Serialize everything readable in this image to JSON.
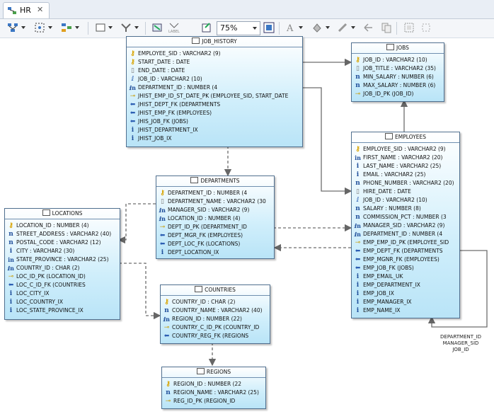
{
  "tab": {
    "label": "HR",
    "close": "✕"
  },
  "toolbar": {
    "zoom": "75%"
  },
  "tables": {
    "job_history": {
      "name": "JOB_HISTORY",
      "rows": [
        {
          "icon": "key-both",
          "text": "EMPLOYEE_SID : VARCHAR2 (9)"
        },
        {
          "icon": "key",
          "text": "START_DATE : DATE"
        },
        {
          "icon": "blank",
          "text": "END_DATE : DATE"
        },
        {
          "icon": "fk",
          "text": "JOB_ID : VARCHAR2 (10)"
        },
        {
          "icon": "fk-n",
          "text": "DEPARTMENT_ID : NUMBER (4"
        },
        {
          "icon": "pk",
          "text": "JHIST_EMP_ID_ST_DATE_PK (EMPLOYEE_SID, START_DATE"
        },
        {
          "icon": "fkarrow",
          "text": "JHIST_DEPT_FK (DEPARTMENTS"
        },
        {
          "icon": "fkarrow",
          "text": "JHIST_EMP_FK (EMPLOYEES)"
        },
        {
          "icon": "fkarrow",
          "text": "JHIS_JOB_FK (JOBS)"
        },
        {
          "icon": "i",
          "text": "JHIST_DEPARTMENT_IX"
        },
        {
          "icon": "i",
          "text": "JHIST_JOB_IX"
        }
      ]
    },
    "jobs": {
      "name": "JOBS",
      "rows": [
        {
          "icon": "key",
          "text": "JOB_ID : VARCHAR2 (10)"
        },
        {
          "icon": "blank",
          "text": "JOB_TITLE : VARCHAR2 (35)"
        },
        {
          "icon": "n",
          "text": "MIN_SALARY : NUMBER (6)"
        },
        {
          "icon": "n",
          "text": "MAX_SALARY : NUMBER (6)"
        },
        {
          "icon": "pk",
          "text": "JOB_ID_PK (JOB_ID)"
        }
      ]
    },
    "departments": {
      "name": "DEPARTMENTS",
      "rows": [
        {
          "icon": "key",
          "text": "DEPARTMENT_ID : NUMBER (4"
        },
        {
          "icon": "blank",
          "text": "DEPARTMENT_NAME : VARCHAR2 (30"
        },
        {
          "icon": "fk-n",
          "text": "MANAGER_SID : VARCHAR2 (9)"
        },
        {
          "icon": "fk-n",
          "text": "LOCATION_ID : NUMBER (4)"
        },
        {
          "icon": "pk",
          "text": "DEPT_ID_PK (DEPARTMENT_ID"
        },
        {
          "icon": "fkarrow",
          "text": "DEPT_MGR_FK (EMPLOYEES)"
        },
        {
          "icon": "fkarrow",
          "text": "DEPT_LOC_FK (LOCATIONS)"
        },
        {
          "icon": "i",
          "text": "DEPT_LOCATION_IX"
        }
      ]
    },
    "employees": {
      "name": "EMPLOYEES",
      "rows": [
        {
          "icon": "key",
          "text": "EMPLOYEE_SID : VARCHAR2 (9)"
        },
        {
          "icon": "in",
          "text": "FIRST_NAME : VARCHAR2 (20)"
        },
        {
          "icon": "i",
          "text": "LAST_NAME : VARCHAR2 (25)"
        },
        {
          "icon": "i",
          "text": "EMAIL : VARCHAR2 (25)"
        },
        {
          "icon": "n",
          "text": "PHONE_NUMBER : VARCHAR2 (20)"
        },
        {
          "icon": "blank",
          "text": "HIRE_DATE : DATE"
        },
        {
          "icon": "fk",
          "text": "JOB_ID : VARCHAR2 (10)"
        },
        {
          "icon": "n",
          "text": "SALARY : NUMBER (8)"
        },
        {
          "icon": "n",
          "text": "COMMISSION_PCT : NUMBER (3"
        },
        {
          "icon": "fk-n",
          "text": "MANAGER_SID : VARCHAR2 (9)"
        },
        {
          "icon": "fk-n",
          "text": "DEPARTMENT_ID : NUMBER (4"
        },
        {
          "icon": "pk",
          "text": "EMP_EMP_ID_PK (EMPLOYEE_SID"
        },
        {
          "icon": "fkarrow",
          "text": "EMP_DEPT_FK (DEPARTMENTS"
        },
        {
          "icon": "fkarrow",
          "text": "EMP_MGNR_FK (EMPLOYEES)"
        },
        {
          "icon": "fkarrow",
          "text": "EMP_JOB_FK (JOBS)"
        },
        {
          "icon": "i",
          "text": "EMP_EMAIL_UK"
        },
        {
          "icon": "i",
          "text": "EMP_DEPARTMENT_IX"
        },
        {
          "icon": "i",
          "text": "EMP_JOB_IX"
        },
        {
          "icon": "i",
          "text": "EMP_MANAGER_IX"
        },
        {
          "icon": "i",
          "text": "EMP_NAME_IX"
        }
      ]
    },
    "locations": {
      "name": "LOCATIONS",
      "rows": [
        {
          "icon": "key",
          "text": "LOCATION_ID : NUMBER (4)"
        },
        {
          "icon": "n",
          "text": "STREET_ADDRESS : VARCHAR2 (40)"
        },
        {
          "icon": "n",
          "text": "POSTAL_CODE : VARCHAR2 (12)"
        },
        {
          "icon": "i",
          "text": "CITY : VARCHAR2 (30)"
        },
        {
          "icon": "in",
          "text": "STATE_PROVINCE : VARCHAR2 (25)"
        },
        {
          "icon": "fk-n",
          "text": "COUNTRY_ID : CHAR (2)"
        },
        {
          "icon": "pk",
          "text": "LOC_ID_PK (LOCATION_ID)"
        },
        {
          "icon": "fkarrow",
          "text": "LOC_C_ID_FK (COUNTRIES"
        },
        {
          "icon": "i",
          "text": "LOC_CITY_IX"
        },
        {
          "icon": "i",
          "text": "LOC_COUNTRY_IX"
        },
        {
          "icon": "i",
          "text": "LOC_STATE_PROVINCE_IX"
        }
      ]
    },
    "countries": {
      "name": "COUNTRIES",
      "rows": [
        {
          "icon": "key",
          "text": "COUNTRY_ID : CHAR (2)"
        },
        {
          "icon": "n",
          "text": "COUNTRY_NAME : VARCHAR2 (40)"
        },
        {
          "icon": "fk-n",
          "text": "REGION_ID : NUMBER (22)"
        },
        {
          "icon": "pk",
          "text": "COUNTRY_C_ID_PK (COUNTRY_ID"
        },
        {
          "icon": "fkarrow",
          "text": "COUNTRY_REG_FK (REGIONS"
        }
      ]
    },
    "regions": {
      "name": "REGIONS",
      "rows": [
        {
          "icon": "key",
          "text": "REGION_ID : NUMBER (22"
        },
        {
          "icon": "n",
          "text": "REGION_NAME : VARCHAR2 (25)"
        },
        {
          "icon": "pk",
          "text": "REG_ID_PK (REGION_ID"
        }
      ]
    }
  },
  "self_reference_note": [
    "DEPARTMENT_ID",
    "MANAGER_SID",
    "JOB_ID"
  ]
}
